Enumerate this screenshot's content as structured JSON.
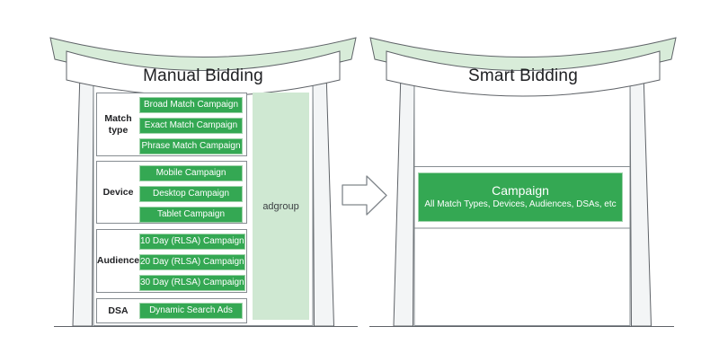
{
  "left_gate": {
    "title": "Manual Bidding",
    "adgroup_label": "adgroup",
    "sections": [
      {
        "label": "Match type",
        "items": [
          "Broad Match Campaign",
          "Exact Match Campaign",
          "Phrase Match Campaign"
        ]
      },
      {
        "label": "Device",
        "items": [
          "Mobile Campaign",
          "Desktop Campaign",
          "Tablet Campaign"
        ]
      },
      {
        "label": "Audience",
        "items": [
          "10 Day (RLSA) Campaign",
          "20 Day (RLSA) Campaign",
          "30 Day (RLSA) Campaign"
        ]
      },
      {
        "label": "DSA",
        "items": [
          "Dynamic Search Ads"
        ]
      }
    ]
  },
  "right_gate": {
    "title": "Smart Bidding",
    "campaign": {
      "title": "Campaign",
      "subtitle": "All Match Types, Devices, Audiences, DSAs, etc"
    }
  },
  "colors": {
    "campaign_green": "#34a853",
    "light_green_beam": "#d8ecd9",
    "adgroup_green": "#cfe8d2",
    "structure_stroke": "#5f6368",
    "pillar_fill": "#f3f5f6",
    "text_dark": "#202124",
    "box_text": "#ffffff"
  }
}
